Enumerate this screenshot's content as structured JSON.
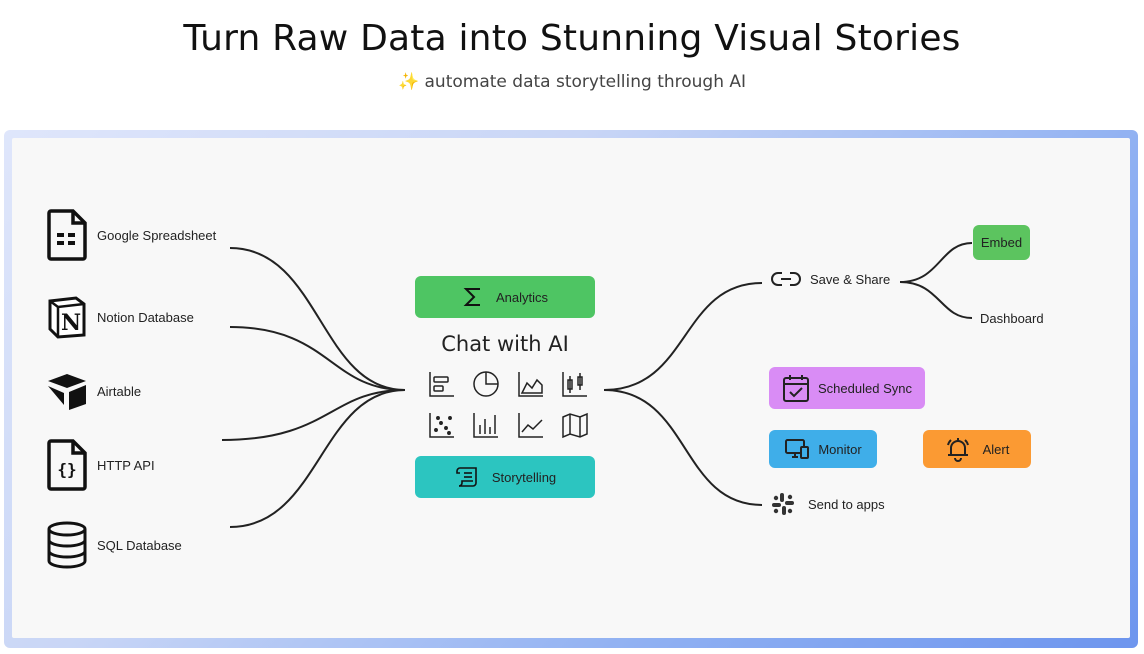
{
  "header": {
    "title": "Turn Raw Data into Stunning Visual Stories",
    "subtitle": "✨ automate data storytelling through AI"
  },
  "sources": [
    {
      "label": "Google Spreadsheet",
      "icon": "spreadsheet-icon"
    },
    {
      "label": "Notion Database",
      "icon": "notion-icon"
    },
    {
      "label": "Airtable",
      "icon": "airtable-icon"
    },
    {
      "label": "HTTP API",
      "icon": "api-file-icon"
    },
    {
      "label": "SQL Database",
      "icon": "database-icon"
    }
  ],
  "center": {
    "analytics": {
      "label": "Analytics",
      "icon": "sigma-icon",
      "color": "#4ec563"
    },
    "chat_title": "Chat with AI",
    "storytelling": {
      "label": "Storytelling",
      "icon": "script-icon",
      "color": "#2cc5c0"
    },
    "chart_icons": [
      "bar-horizontal-icon",
      "pie-chart-icon",
      "area-chart-icon",
      "candlestick-icon",
      "scatter-icon",
      "bar-chart-icon",
      "line-chart-icon",
      "map-icon"
    ]
  },
  "outputs": {
    "save_share": {
      "label": "Save & Share",
      "icon": "link-icon"
    },
    "embed": {
      "label": "Embed",
      "color": "#5cc45f"
    },
    "dashboard": {
      "label": "Dashboard"
    },
    "scheduled_sync": {
      "label": "Scheduled Sync",
      "icon": "calendar-check-icon",
      "color": "#d98cf5"
    },
    "monitor": {
      "label": "Monitor",
      "icon": "monitor-icon",
      "color": "#3faee9"
    },
    "alert": {
      "label": "Alert",
      "icon": "bell-icon",
      "color": "#fb9a33"
    },
    "send_to_apps": {
      "label": "Send to apps",
      "icon": "slack-icon"
    }
  }
}
